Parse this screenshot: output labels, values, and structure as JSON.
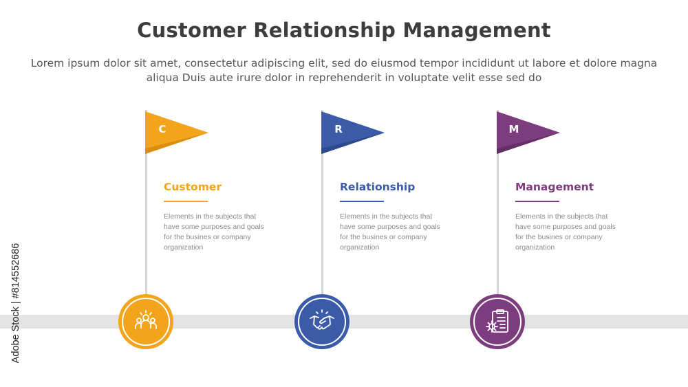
{
  "title": "Customer Relationship Management",
  "subtitle": "Lorem ipsum dolor sit amet, consectetur adipiscing elit, sed do eiusmod tempor incididunt ut labore et dolore magna aliqua Duis aute irure dolor in reprehenderit in voluptate velit esse sed do",
  "items": [
    {
      "letter": "C",
      "heading": "Customer",
      "description": "Elements in the subjects that have some purposes and goals for the busines or company organization",
      "color": "#f2a51c",
      "icon": "people-group-icon"
    },
    {
      "letter": "R",
      "heading": "Relationship",
      "description": "Elements in the subjects that have some purposes and goals for the busines or company organization",
      "color": "#3b5ba9",
      "icon": "handshake-icon"
    },
    {
      "letter": "M",
      "heading": "Management",
      "description": "Elements in the subjects that have some purposes and goals for the busines or company organization",
      "color": "#7d3c7d",
      "icon": "clipboard-gear-icon"
    }
  ],
  "watermark": {
    "side_text": "Adobe Stock | #814552686"
  }
}
